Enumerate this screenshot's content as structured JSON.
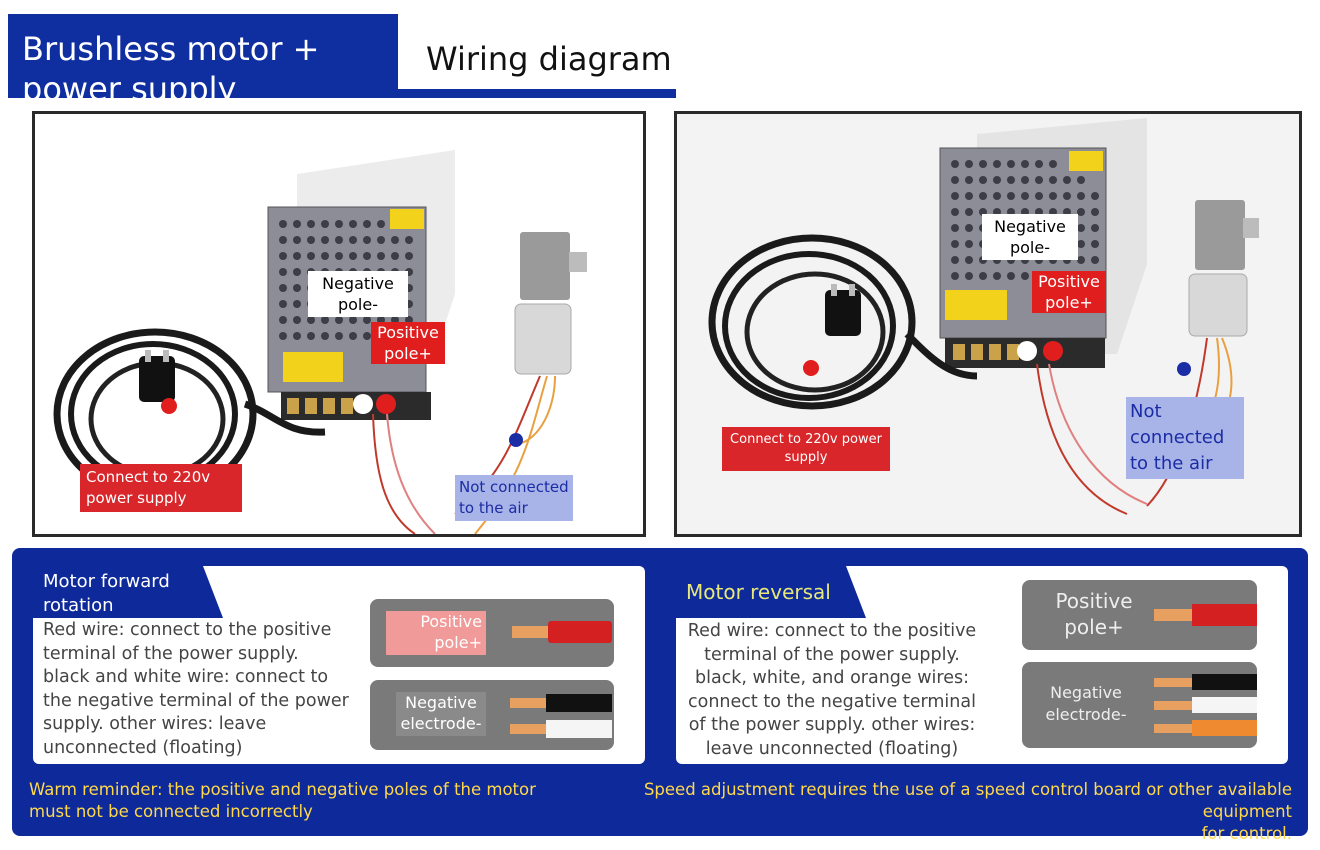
{
  "header": {
    "title_line1": "Brushless motor +",
    "title_line2": "power supply",
    "subtitle": "Wiring diagram"
  },
  "left_photo": {
    "negative_label_1": "Negative",
    "negative_label_2": "pole-",
    "positive_label_1": "Positive",
    "positive_label_2": "pole+",
    "power_label_1": "Connect to 220v",
    "power_label_2": "power supply",
    "air_label_1": "Not connected",
    "air_label_2": "to the air"
  },
  "right_photo": {
    "negative_label_1": "Negative",
    "negative_label_2": "pole-",
    "positive_label_1": "Positive",
    "positive_label_2": "pole+",
    "power_label_1": "Connect to 220v power",
    "power_label_2": "supply",
    "air_label_1": "Not connected",
    "air_label_2": "to the air"
  },
  "forward": {
    "tab_line1": "Motor forward",
    "tab_line2": "rotation",
    "desc": [
      "Red wire: connect to the positive",
      "terminal of the power supply.",
      "black and white wire: connect to",
      "the negative terminal of the power",
      "supply. other wires: leave",
      "unconnected (floating)"
    ],
    "positive_1": "Positive",
    "positive_2": "pole+",
    "negative_1": "Negative",
    "negative_2": "electrode-"
  },
  "reversal": {
    "tab": "Motor reversal",
    "desc": [
      "Red wire: connect to the positive",
      "terminal of the power supply.",
      "black, white, and orange wires:",
      "connect to the negative terminal",
      "of the power supply. other wires:",
      "leave unconnected (floating)"
    ],
    "positive_1": "Positive",
    "positive_2": "pole+",
    "negative_1": "Negative",
    "negative_2": "electrode-"
  },
  "footer": {
    "warning_1": "Warm reminder: the positive and negative poles of the motor",
    "warning_2": "must not be connected incorrectly",
    "speed_1": "Speed adjustment requires the use of a speed control board or other available equipment",
    "speed_2": "for control."
  },
  "colors": {
    "brand_blue": "#0f2fa0",
    "label_red": "#e01e1e",
    "label_blue_text": "#1b2da5",
    "reminder_yellow": "#ffd84a",
    "tab_text_yellow": "#e8e87a"
  }
}
